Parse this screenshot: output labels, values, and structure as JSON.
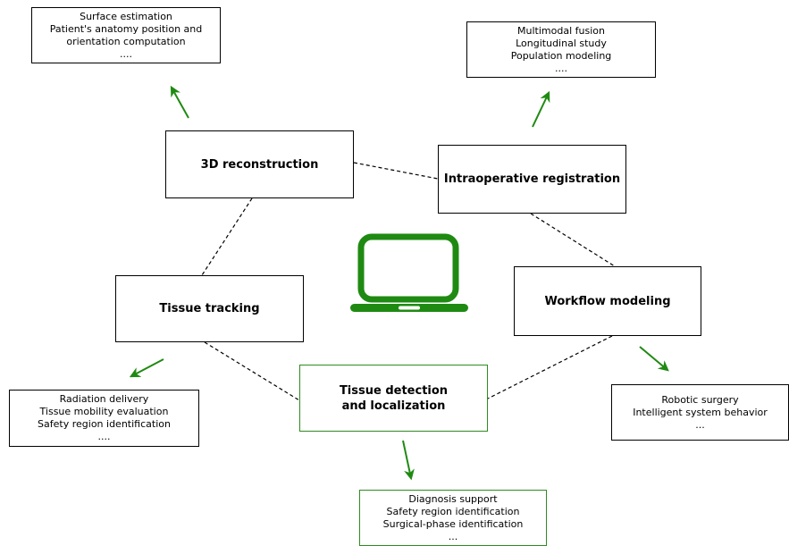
{
  "colors": {
    "accent_green": "#2e8b1f",
    "laptop_green": "#1f8a12",
    "line": "#000000"
  },
  "nodes": {
    "reconstruction": {
      "label": "3D reconstruction"
    },
    "registration": {
      "label": "Intraoperative registration"
    },
    "tracking": {
      "label": "Tissue tracking"
    },
    "workflow": {
      "label": "Workflow modeling"
    },
    "detection": {
      "line1": "Tissue detection",
      "line2": "and localization"
    }
  },
  "applications": {
    "reconstruction": [
      "Surface estimation",
      "Patient's anatomy position and",
      "orientation computation",
      "...."
    ],
    "registration": [
      "Multimodal fusion",
      "Longitudinal study",
      "Population modeling",
      "...."
    ],
    "tracking": [
      "Radiation delivery",
      "Tissue mobility evaluation",
      "Safety region identification",
      "...."
    ],
    "workflow": [
      "Robotic surgery",
      "Intelligent system behavior",
      "..."
    ],
    "detection": [
      "Diagnosis support",
      "Safety region identification",
      "Surgical-phase identification",
      "..."
    ]
  },
  "center_icon": "laptop-icon"
}
